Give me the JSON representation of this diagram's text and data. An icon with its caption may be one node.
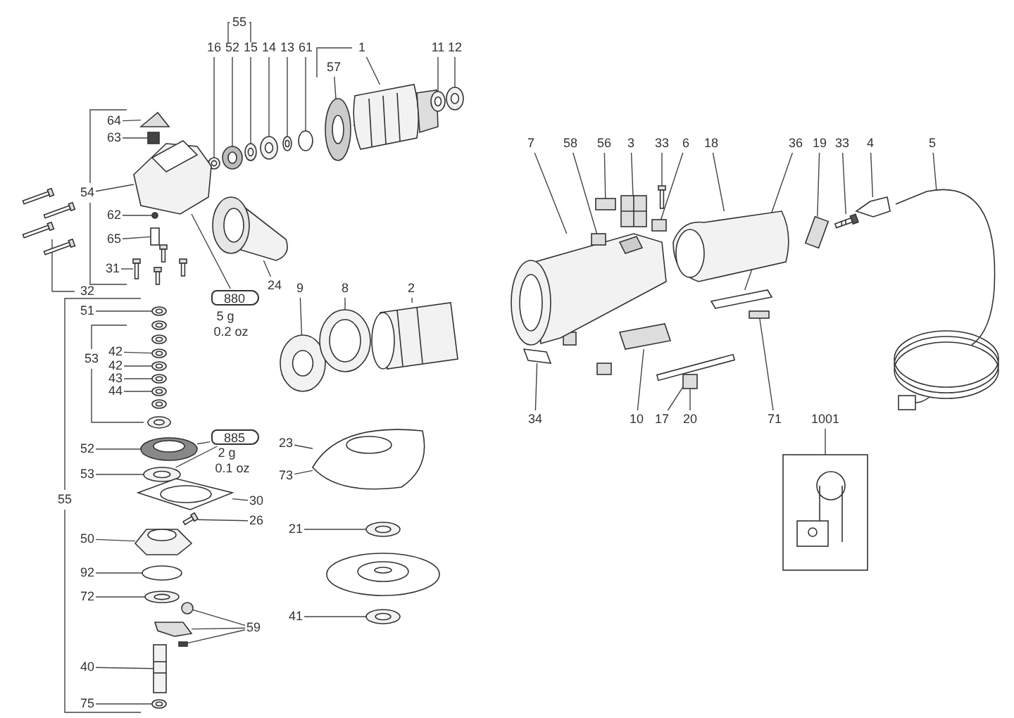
{
  "diagram": {
    "nodes": [
      {
        "text": [
          "16"
        ]
      },
      {
        "text": [],
        "shape": "picture"
      },
      {
        "text": [
          "52"
        ]
      },
      {
        "text": [],
        "shape": "picture"
      },
      {
        "text": [
          "15"
        ]
      },
      {
        "text": [],
        "shape": "picture"
      },
      {
        "text": [
          "14"
        ]
      },
      {
        "text": [],
        "shape": "picture"
      },
      {
        "text": [
          "13"
        ]
      },
      {
        "text": [],
        "shape": "picture"
      },
      {
        "text": [
          "61"
        ]
      },
      {
        "text": [],
        "shape": "circle"
      },
      {
        "text": [
          "1"
        ]
      },
      {
        "text": [],
        "shape": "picture"
      },
      {
        "text": [
          "57"
        ]
      },
      {
        "text": [],
        "shape": "picture"
      },
      {
        "text": [
          "11"
        ]
      },
      {
        "text": [],
        "shape": "picture"
      },
      {
        "text": [
          "12"
        ]
      },
      {
        "text": [],
        "shape": "picture"
      },
      {
        "text": [
          "7"
        ]
      },
      {
        "text": [],
        "shape": "picture"
      },
      {
        "text": [
          "58"
        ]
      },
      {
        "text": [],
        "shape": "box"
      },
      {
        "text": [
          "56"
        ]
      },
      {
        "text": [],
        "shape": "box"
      },
      {
        "text": [
          "3"
        ]
      },
      {
        "text": [],
        "shape": "picture"
      },
      {
        "text": [
          "33"
        ]
      },
      {
        "text": [],
        "shape": "picture"
      },
      {
        "text": [
          "6"
        ]
      },
      {
        "text": [],
        "shape": "box"
      },
      {
        "text": [
          "18"
        ]
      },
      {
        "text": [],
        "shape": "picture"
      },
      {
        "text": [
          "36"
        ]
      },
      {
        "text": [],
        "shape": "picture"
      },
      {
        "text": [
          "19"
        ]
      },
      {
        "text": [],
        "shape": "box"
      },
      {
        "text": [
          "33"
        ]
      },
      {
        "text": [],
        "shape": "picture"
      },
      {
        "text": [
          "4"
        ]
      },
      {
        "text": [],
        "shape": "picture"
      },
      {
        "text": [
          "5"
        ]
      },
      {
        "text": [],
        "shape": "picture"
      },
      {
        "text": [
          "64"
        ]
      },
      {
        "text": [],
        "shape": "picture"
      },
      {
        "text": [
          "63"
        ]
      },
      {
        "text": [],
        "shape": "box"
      },
      {
        "text": [
          "54"
        ]
      },
      {
        "text": [],
        "shape": "picture"
      },
      {
        "text": [
          "62"
        ]
      },
      {
        "text": [],
        "shape": "circle"
      },
      {
        "text": [
          "65"
        ]
      },
      {
        "text": [],
        "shape": "box"
      },
      {
        "text": [
          "31"
        ]
      },
      {
        "text": [],
        "shape": "picture"
      },
      {
        "text": [
          "24"
        ]
      },
      {
        "text": [],
        "shape": "picture"
      },
      {
        "text": [
          "880"
        ],
        "beside": [
          "5 g",
          "0.2 oz"
        ]
      },
      {
        "text": [
          "9"
        ]
      },
      {
        "text": [],
        "shape": "picture"
      },
      {
        "text": [
          "8"
        ]
      },
      {
        "text": [],
        "shape": "picture"
      },
      {
        "text": [
          "2"
        ]
      },
      {
        "text": [],
        "shape": "picture"
      },
      {
        "text": [
          "51"
        ]
      },
      {
        "text": [],
        "shape": "picture"
      },
      {
        "text": [
          "42"
        ]
      },
      {
        "text": [],
        "shape": "picture"
      },
      {
        "text": [
          "42"
        ]
      },
      {
        "text": [],
        "shape": "picture"
      },
      {
        "text": [
          "43"
        ]
      },
      {
        "text": [],
        "shape": "picture"
      },
      {
        "text": [
          "44"
        ]
      },
      {
        "text": [],
        "shape": "picture"
      },
      {
        "text": [
          "52"
        ]
      },
      {
        "text": [],
        "shape": "picture"
      },
      {
        "text": [
          "885"
        ],
        "beside": [
          "2 g",
          "0.1 oz"
        ]
      },
      {
        "text": [
          "53"
        ]
      },
      {
        "text": [],
        "shape": "picture"
      },
      {
        "text": [
          "30"
        ]
      },
      {
        "text": [],
        "shape": "picture"
      },
      {
        "text": [
          "26"
        ]
      },
      {
        "text": [],
        "shape": "picture"
      },
      {
        "text": [
          "50"
        ]
      },
      {
        "text": [],
        "shape": "picture"
      },
      {
        "text": [
          "92"
        ]
      },
      {
        "text": [],
        "shape": "circle"
      },
      {
        "text": [
          "72"
        ]
      },
      {
        "text": [],
        "shape": "picture"
      },
      {
        "text": [
          "59"
        ]
      },
      {
        "text": [],
        "shape": "circle"
      },
      {
        "text": [],
        "shape": "picture"
      },
      {
        "text": [],
        "shape": "box"
      },
      {
        "text": [
          "40"
        ]
      },
      {
        "text": [],
        "shape": "picture"
      },
      {
        "text": [
          "75"
        ]
      },
      {
        "text": [],
        "shape": "picture"
      },
      {
        "text": [
          "23"
        ]
      },
      {
        "text": [],
        "shape": "picture"
      },
      {
        "text": [
          "73"
        ]
      },
      {
        "text": [
          "21"
        ]
      },
      {
        "text": [],
        "shape": "picture"
      },
      {
        "text": [
          "41"
        ]
      },
      {
        "text": [],
        "shape": "picture"
      },
      {
        "text": [
          "34"
        ]
      },
      {
        "text": [],
        "shape": "picture"
      },
      {
        "text": [
          "10"
        ]
      },
      {
        "text": [],
        "shape": "picture"
      },
      {
        "text": [
          "17"
        ]
      },
      {
        "text": [],
        "shape": "bar"
      },
      {
        "text": [
          "20"
        ]
      },
      {
        "text": [],
        "shape": "picture"
      },
      {
        "text": [
          "71"
        ]
      },
      {
        "text": [],
        "shape": "box"
      },
      {
        "text": [
          "1001"
        ]
      },
      {
        "text": [],
        "shape": "picture"
      }
    ],
    "edges": [
      {
        "from": 0,
        "to": 1,
        "arrow": "none"
      },
      {
        "from": 2,
        "to": 3,
        "arrow": "none"
      },
      {
        "from": 4,
        "to": 5,
        "arrow": "none"
      },
      {
        "from": 6,
        "to": 7,
        "arrow": "none"
      },
      {
        "from": 8,
        "to": 9,
        "arrow": "none"
      },
      {
        "from": 10,
        "to": 11,
        "arrow": "none"
      },
      {
        "from": 12,
        "to": 13,
        "arrow": "none"
      },
      {
        "from": 14,
        "to": 15,
        "arrow": "none"
      },
      {
        "from": 16,
        "to": 17,
        "arrow": "none"
      },
      {
        "from": 18,
        "to": 19,
        "arrow": "none"
      },
      {
        "from": 20,
        "to": 21,
        "arrow": "none"
      },
      {
        "from": 22,
        "to": 23,
        "arrow": "none"
      },
      {
        "from": 24,
        "to": 25,
        "arrow": "none"
      },
      {
        "from": 26,
        "to": 27,
        "arrow": "none"
      },
      {
        "from": 28,
        "to": 29,
        "arrow": "none"
      },
      {
        "from": 30,
        "to": 31,
        "arrow": "none"
      },
      {
        "from": 32,
        "to": 33,
        "arrow": "none"
      },
      {
        "from": 34,
        "to": 35,
        "arrow": "none"
      },
      {
        "from": 36,
        "to": 37,
        "arrow": "none"
      },
      {
        "from": 38,
        "to": 39,
        "arrow": "none"
      },
      {
        "from": 40,
        "to": 41,
        "arrow": "none"
      },
      {
        "from": 42,
        "to": 43,
        "arrow": "none"
      },
      {
        "from": 44,
        "to": 45,
        "arrow": "none"
      },
      {
        "from": 46,
        "to": 47,
        "arrow": "none"
      },
      {
        "from": 48,
        "to": 49,
        "arrow": "none"
      },
      {
        "from": 50,
        "to": 51,
        "arrow": "none"
      },
      {
        "from": 52,
        "to": 53,
        "arrow": "none"
      },
      {
        "from": 54,
        "to": 55,
        "arrow": "none"
      },
      {
        "from": 56,
        "to": 57,
        "arrow": "none"
      },
      {
        "from": 58,
        "to": 49,
        "arrow": "none"
      },
      {
        "from": 59,
        "to": 60,
        "arrow": "none"
      },
      {
        "from": 61,
        "to": 62,
        "arrow": "none"
      },
      {
        "from": 63,
        "to": 64,
        "arrow": "none"
      },
      {
        "from": 65,
        "to": 66,
        "arrow": "none"
      },
      {
        "from": 67,
        "to": 68,
        "arrow": "none"
      },
      {
        "from": 69,
        "to": 70,
        "arrow": "none"
      },
      {
        "from": 71,
        "to": 72,
        "arrow": "none"
      },
      {
        "from": 73,
        "to": 74,
        "arrow": "none"
      },
      {
        "from": 75,
        "to": 76,
        "arrow": "none"
      },
      {
        "from": 77,
        "to": 76,
        "arrow": "none"
      },
      {
        "from": 77,
        "to": 79,
        "arrow": "none"
      },
      {
        "from": 78,
        "to": 79,
        "arrow": "none"
      },
      {
        "from": 80,
        "to": 81,
        "arrow": "none"
      },
      {
        "from": 82,
        "to": 83,
        "arrow": "none"
      },
      {
        "from": 84,
        "to": 85,
        "arrow": "none"
      },
      {
        "from": 86,
        "to": 87,
        "arrow": "none"
      },
      {
        "from": 88,
        "to": 89,
        "arrow": "none"
      },
      {
        "from": 90,
        "to": 91,
        "arrow": "none"
      },
      {
        "from": 90,
        "to": 92,
        "arrow": "none"
      },
      {
        "from": 90,
        "to": 93,
        "arrow": "none"
      },
      {
        "from": 94,
        "to": 95,
        "arrow": "none"
      },
      {
        "from": 96,
        "to": 97,
        "arrow": "none"
      },
      {
        "from": 98,
        "to": 99,
        "arrow": "none"
      },
      {
        "from": 100,
        "to": 99,
        "arrow": "none"
      },
      {
        "from": 101,
        "to": 102,
        "arrow": "none"
      },
      {
        "from": 103,
        "to": 104,
        "arrow": "none"
      },
      {
        "from": 105,
        "to": 106,
        "arrow": "none"
      },
      {
        "from": 107,
        "to": 108,
        "arrow": "none"
      },
      {
        "from": 109,
        "to": 110,
        "arrow": "none"
      },
      {
        "from": 111,
        "to": 112,
        "arrow": "none"
      },
      {
        "from": 113,
        "to": 114,
        "arrow": "none"
      },
      {
        "from": 115,
        "to": 116,
        "arrow": "none"
      }
    ],
    "labels": [
      "55",
      "32",
      "53",
      "55"
    ]
  }
}
